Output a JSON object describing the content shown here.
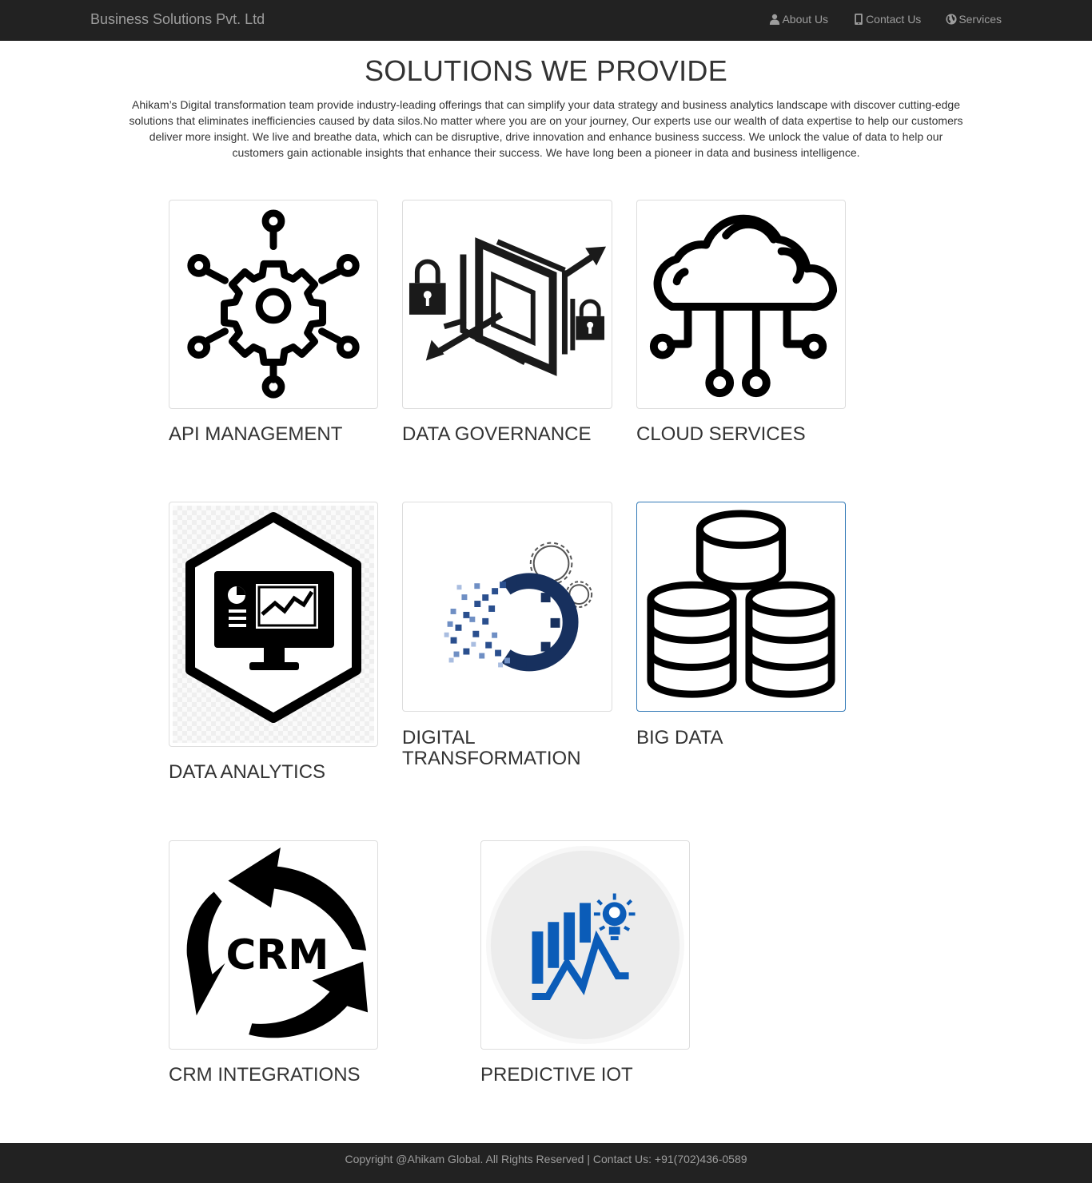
{
  "nav": {
    "brand": "Business Solutions Pvt. Ltd",
    "items": [
      {
        "label": "About Us",
        "icon": "user-icon"
      },
      {
        "label": "Contact Us",
        "icon": "phone-icon"
      },
      {
        "label": "Services",
        "icon": "globe-icon"
      }
    ]
  },
  "main": {
    "title": "SOLUTIONS WE PROVIDE",
    "intro": "Ahikam’s Digital transformation team provide industry-leading offerings that can simplify your data strategy and business analytics landscape with discover cutting-edge solutions that eliminates inefficiencies caused by data silos.No matter where you are on your journey, Our experts use our wealth of data expertise to help our customers deliver more insight. We live and breathe data, which can be disruptive, drive innovation and enhance business success. We unlock the value of data to help our customers gain actionable insights that enhance their success. We have long been a pioneer in data and business intelligence."
  },
  "solutions": [
    {
      "title": "API MANAGEMENT",
      "icon": "api-gear-icon"
    },
    {
      "title": "DATA GOVERNANCE",
      "icon": "data-governance-icon"
    },
    {
      "title": "CLOUD SERVICES",
      "icon": "cloud-network-icon"
    },
    {
      "title": "DATA ANALYTICS",
      "icon": "analytics-monitor-icon"
    },
    {
      "title": "DIGITAL TRANSFORMATION",
      "icon": "digital-gears-icon"
    },
    {
      "title": "BIG DATA",
      "icon": "database-stack-icon"
    },
    {
      "title": "CRM INTEGRATIONS",
      "icon": "crm-cycle-icon",
      "icon_text": "CRM"
    },
    {
      "title": "PREDICTIVE IOT",
      "icon": "predictive-chart-icon"
    }
  ],
  "footer": {
    "text": "Copyright @Ahikam Global. All Rights Reserved | Contact Us: +91(702)436-0589"
  },
  "colors": {
    "navbar": "#222222",
    "nav_text": "#9d9d9d",
    "active_border": "#337ab7",
    "iot_blue": "#0b5cb8",
    "gear_navy": "#17305e"
  }
}
